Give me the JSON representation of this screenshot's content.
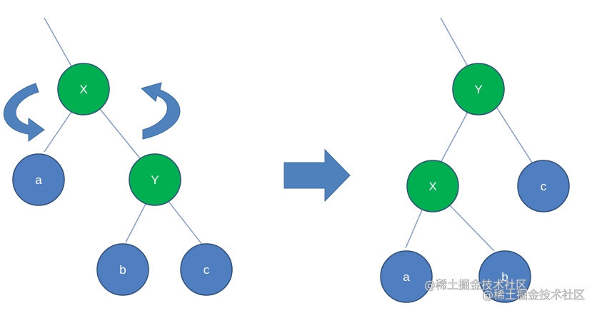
{
  "colors": {
    "edge": "#7f99c8",
    "red_node_fill": "#00b050",
    "red_node_stroke": "#2f4f7c",
    "leaf_fill": "#4f7fc0",
    "leaf_stroke": "#2f4f7c",
    "arrow_fill": "#4f81bd",
    "label": "#ffffff"
  },
  "before": {
    "nodes": {
      "x": "X",
      "y": "Y",
      "a": "a",
      "b": "b",
      "c": "c"
    }
  },
  "after": {
    "nodes": {
      "y": "Y",
      "x": "X",
      "c": "c",
      "a": "a",
      "b": "b"
    }
  },
  "watermark": {
    "text": "@稀土掘金技术社区"
  }
}
